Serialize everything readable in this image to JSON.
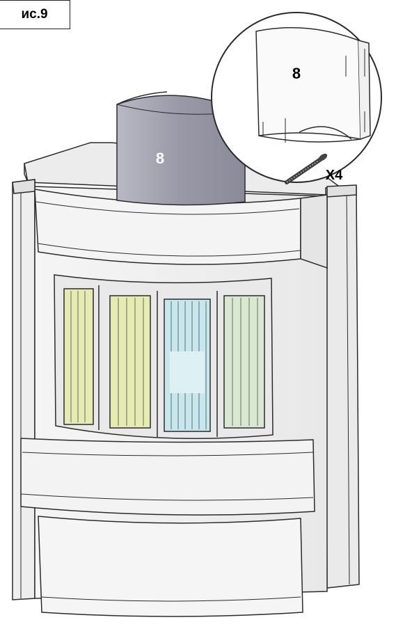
{
  "figure": {
    "label": "ис.9"
  },
  "callouts": {
    "part_number_main": "8",
    "part_number_detail": "8",
    "screw_quantity": "X4"
  },
  "colors": {
    "outline": "#2b2b2b",
    "stove_body": "#f1f1f1",
    "flue_pipe": "#9a9aa8",
    "glass_yellow": "#e6ebb1",
    "glass_blue": "#c6e7ee",
    "label_white": "#ffffff"
  }
}
